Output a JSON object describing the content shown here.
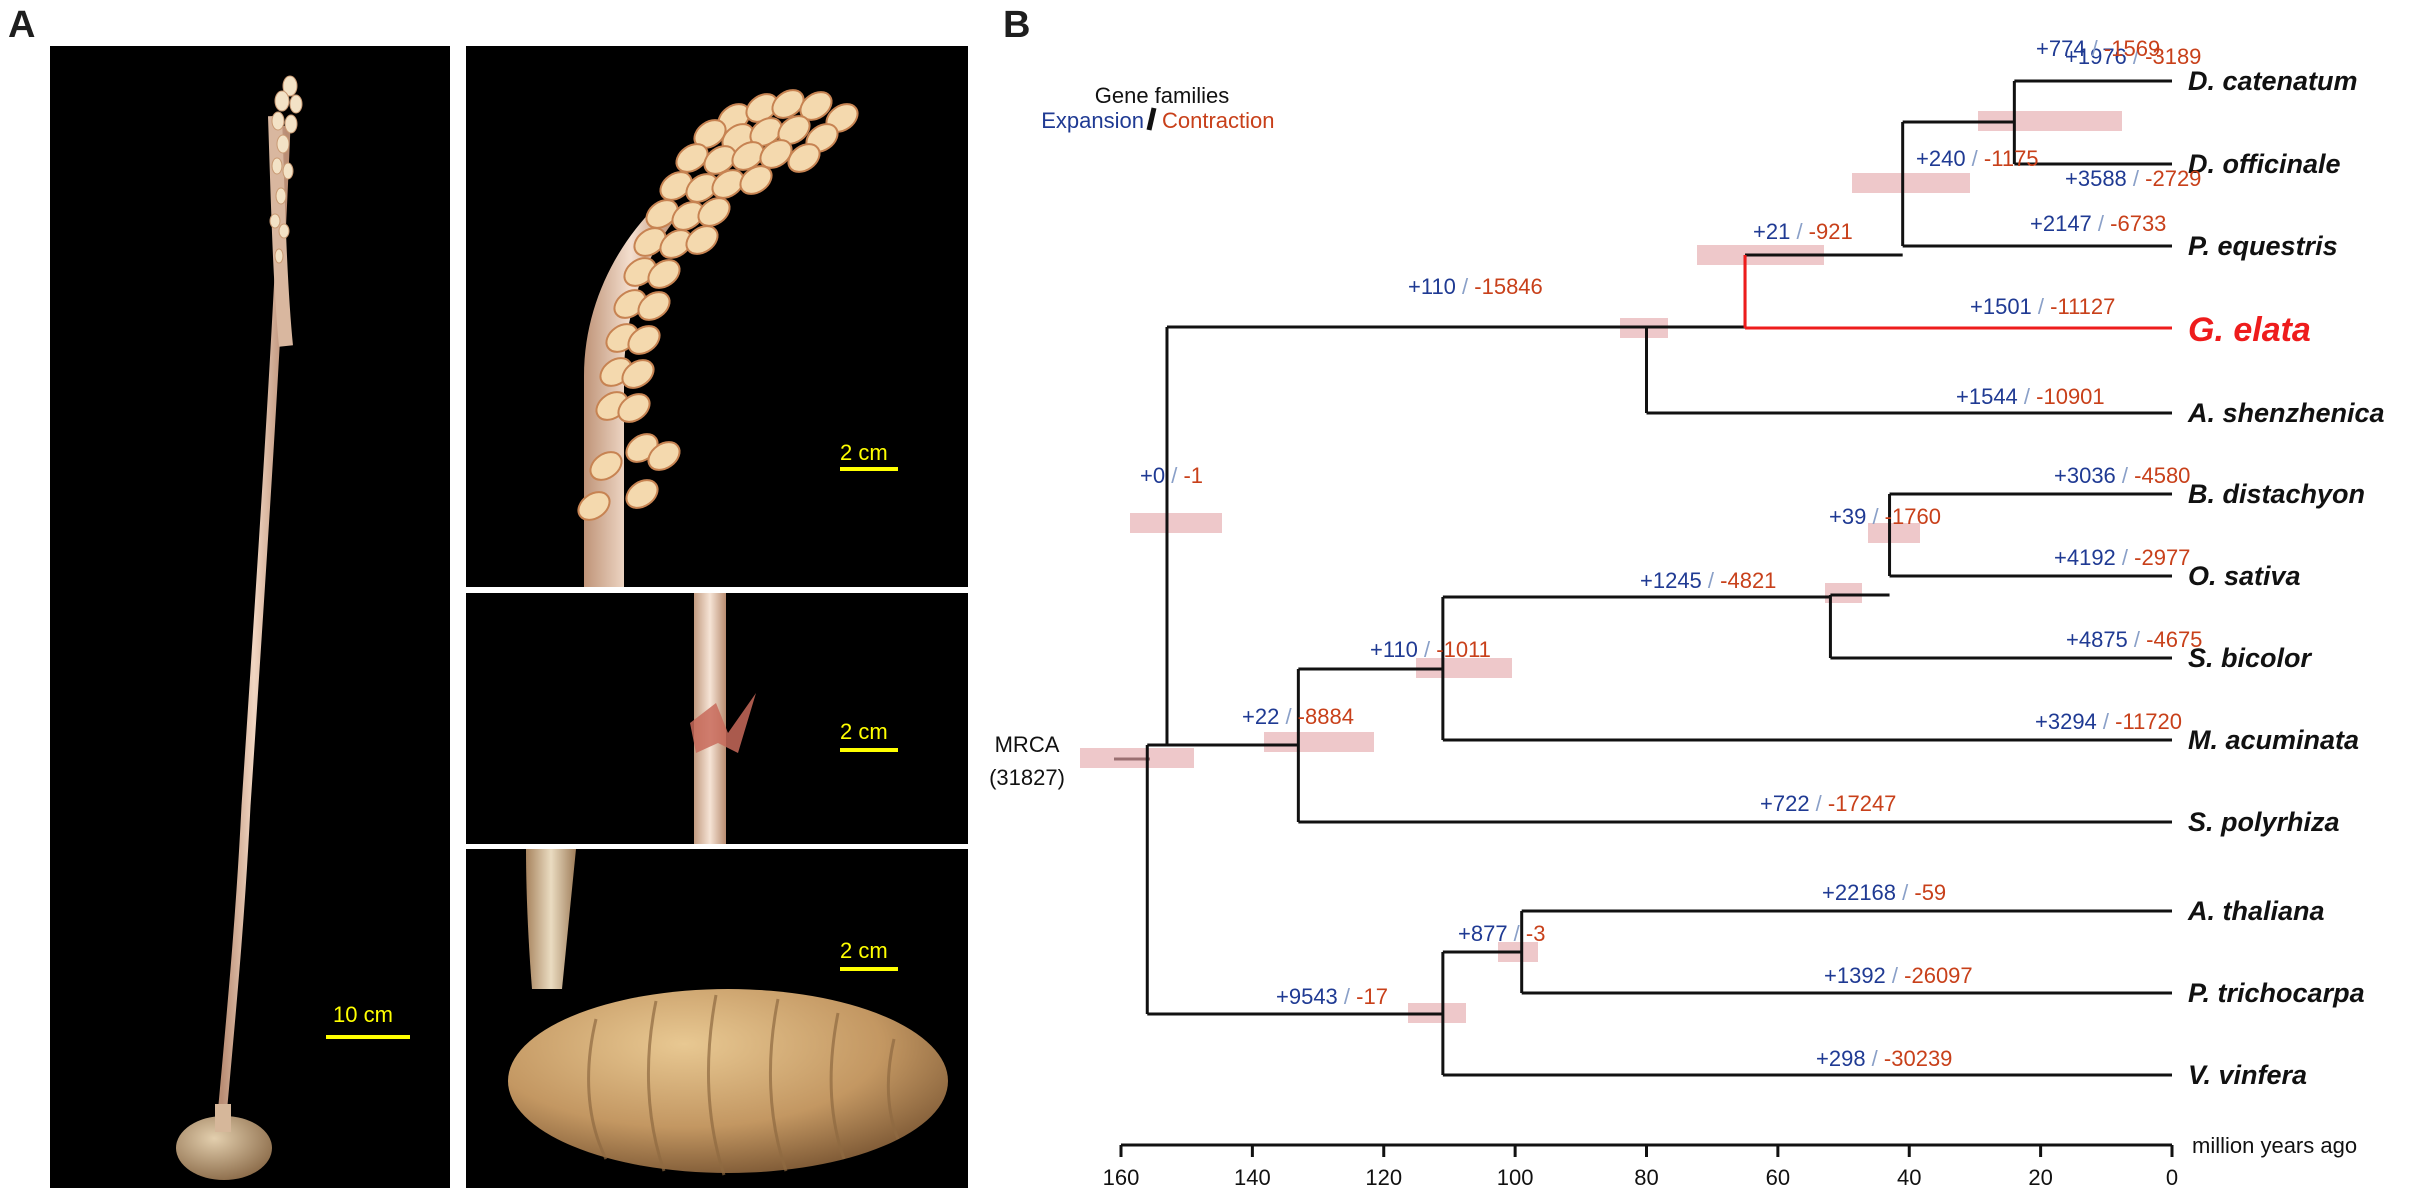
{
  "panel_a": {
    "label": "A",
    "photos": [
      {
        "name": "photo-whole-plant",
        "subject": "whole-plant",
        "scale_label": "10 cm"
      },
      {
        "name": "photo-inflorescence",
        "subject": "inflorescence",
        "scale_label": "2 cm"
      },
      {
        "name": "photo-stem-node",
        "subject": "stem-node",
        "scale_label": "2 cm"
      },
      {
        "name": "photo-tuber",
        "subject": "tuber",
        "scale_label": "2 cm"
      }
    ]
  },
  "panel_b": {
    "label": "B",
    "legend": {
      "title": "Gene families",
      "expansion": "Expansion",
      "contraction": "Contraction"
    },
    "colors": {
      "expansion": "#1f3a93",
      "contraction": "#c8401a",
      "highlight": "#ee1c1c",
      "branch": "#111111",
      "ci_box": "#e8b5b8"
    },
    "root": {
      "label": "MRCA",
      "count": "(31827)"
    },
    "axis": {
      "label": "million years ago",
      "ticks": [
        "160",
        "140",
        "120",
        "100",
        "80",
        "60",
        "40",
        "20",
        "0"
      ]
    },
    "species": [
      {
        "id": "dcat",
        "name": "D. catenatum",
        "expansion": "+1976",
        "contraction": "-3189"
      },
      {
        "id": "doff",
        "name": "D. officinale",
        "expansion": "+3588",
        "contraction": "-2729"
      },
      {
        "id": "pequ",
        "name": "P. equestris",
        "expansion": "+2147",
        "contraction": "-6733"
      },
      {
        "id": "gela",
        "name": "G. elata",
        "expansion": "+1501",
        "contraction": "-11127",
        "highlight": true
      },
      {
        "id": "ashe",
        "name": "A. shenzhenica",
        "expansion": "+1544",
        "contraction": "-10901"
      },
      {
        "id": "bdis",
        "name": "B. distachyon",
        "expansion": "+3036",
        "contraction": "-4580"
      },
      {
        "id": "osat",
        "name": "O. sativa",
        "expansion": "+4192",
        "contraction": "-2977"
      },
      {
        "id": "sbic",
        "name": "S. bicolor",
        "expansion": "+4875",
        "contraction": "-4675"
      },
      {
        "id": "macu",
        "name": "M. acuminata",
        "expansion": "+3294",
        "contraction": "-11720"
      },
      {
        "id": "spol",
        "name": "S. polyrhiza",
        "expansion": "+722",
        "contraction": "-17247"
      },
      {
        "id": "atha",
        "name": "A. thaliana",
        "expansion": "+22168",
        "contraction": "-59"
      },
      {
        "id": "ptri",
        "name": "P. trichocarpa",
        "expansion": "+1392",
        "contraction": "-26097"
      },
      {
        "id": "vvin",
        "name": "V. vinfera",
        "expansion": "+298",
        "contraction": "-30239"
      }
    ],
    "internal_nodes": [
      {
        "id": "n_dend",
        "expansion": "+774",
        "contraction": "-1569"
      },
      {
        "id": "n_epid",
        "expansion": "+240",
        "contraction": "-1175"
      },
      {
        "id": "n_orch3",
        "expansion": "+21",
        "contraction": "-921"
      },
      {
        "id": "n_orch",
        "expansion": "+110",
        "contraction": "-15846"
      },
      {
        "id": "n_bo",
        "expansion": "+39",
        "contraction": "-1760"
      },
      {
        "id": "n_poa",
        "expansion": "+1245",
        "contraction": "-4821"
      },
      {
        "id": "n_comm",
        "expansion": "+110",
        "contraction": "-1011"
      },
      {
        "id": "n_nonorch",
        "expansion": "+22",
        "contraction": "-8884"
      },
      {
        "id": "n_mono",
        "expansion": "+0",
        "contraction": "-1"
      },
      {
        "id": "n_rosid",
        "expansion": "+877",
        "contraction": "-3"
      },
      {
        "id": "n_eudicot",
        "expansion": "+9543",
        "contraction": "-17"
      }
    ]
  }
}
